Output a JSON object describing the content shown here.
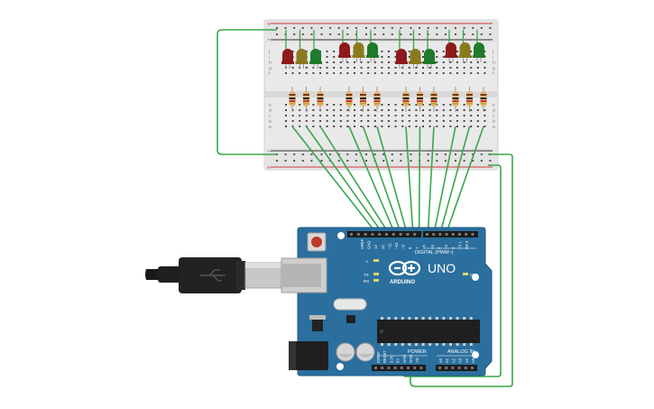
{
  "colors": {
    "board": "#2a6f9e",
    "board_edge": "#1d5a85",
    "wire": "#3aa64b",
    "breadboard": "#e9e9e9",
    "rail_red": "#d23a3a",
    "rail_blue": "#333333",
    "led_red": "#8e1b1b",
    "led_yellow": "#8a7a1e",
    "led_green": "#1f7a2a",
    "reset": "#c0392b",
    "chip": "#1f1f1f",
    "usb_plug": "#222222",
    "usb_metal": "#c8c8c8"
  },
  "breadboard": {
    "rail_plus": "+",
    "rail_minus": "-",
    "row_letters_top": [
      "j",
      "i",
      "h",
      "g",
      "f"
    ],
    "row_letters_bottom": [
      "e",
      "d",
      "c",
      "b",
      "a"
    ],
    "led_groups": [
      [
        "red",
        "yellow",
        "green"
      ],
      [
        "red",
        "yellow",
        "green"
      ],
      [
        "red",
        "yellow",
        "green"
      ],
      [
        "red",
        "yellow",
        "green"
      ]
    ]
  },
  "arduino": {
    "logo_text": "UNO",
    "brand": "ARDUINO",
    "digital_label": "DIGITAL (PWM~)",
    "power_label": "POWER",
    "analog_label": "ANALOG IN",
    "on_label": "ON",
    "tx_label": "TX",
    "rx_label": "RX",
    "l_label": "L",
    "aref_label": "AREF",
    "gnd_label": "GND",
    "digital_pins": [
      "13",
      "12",
      "~11",
      "~10",
      "~9",
      "8",
      "7",
      "~6",
      "~5",
      "4",
      "~3",
      "2",
      "TX 1",
      "RX 0"
    ],
    "power_pins": [
      "IOREF",
      "RESET",
      "3.3V",
      "5V",
      "GND",
      "GND",
      "Vin"
    ],
    "analog_pins": [
      "A0",
      "A1",
      "A2",
      "A3",
      "A4",
      "A5"
    ]
  }
}
